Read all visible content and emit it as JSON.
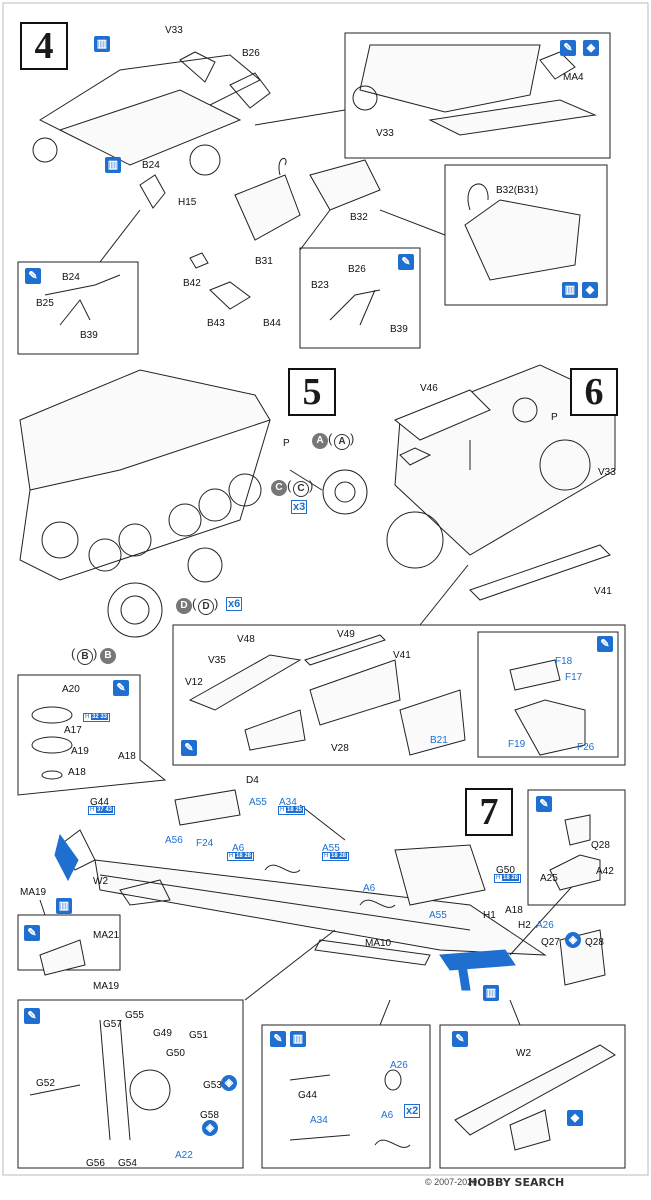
{
  "steps": {
    "s4": "4",
    "s5": "5",
    "s6": "6",
    "s7": "7"
  },
  "labels": {
    "V33": "V33",
    "B26": "B26",
    "MA4": "MA4",
    "B24": "B24",
    "H15": "H15",
    "B31": "B31",
    "B32": "B32",
    "B32B31": "B32(B31)",
    "B42": "B42",
    "B43": "B43",
    "B44": "B44",
    "B25": "B25",
    "B39": "B39",
    "B23": "B23",
    "P": "P",
    "V46": "V46",
    "V41": "V41",
    "A": "A",
    "C": "C",
    "B": "B",
    "D": "D",
    "x3": "x3",
    "x6": "x6",
    "x2": "x2",
    "V48": "V48",
    "V49": "V49",
    "V35": "V35",
    "V12": "V12",
    "V28": "V28",
    "B21": "B21",
    "F18": "F18",
    "F17": "F17",
    "F19": "F19",
    "F26": "F26",
    "A20": "A20",
    "A17": "A17",
    "A19": "A19",
    "A18": "A18",
    "D4": "D4",
    "G44": "G44",
    "A55": "A55",
    "A34": "A34",
    "A56": "A56",
    "F24": "F24",
    "A6": "A6",
    "G50": "G50",
    "MA19": "MA19",
    "W2": "W2",
    "MA10": "MA10",
    "H1": "H1",
    "H2": "H2",
    "A26": "A26",
    "Q27": "Q27",
    "Q28": "Q28",
    "A25": "A25",
    "A42": "A42",
    "MA21": "MA21",
    "G55": "G55",
    "G57": "G57",
    "G49": "G49",
    "G51": "G51",
    "G52": "G52",
    "G53": "G53",
    "G58": "G58",
    "A22": "A22",
    "G56": "G56",
    "G54": "G54"
  },
  "tags": {
    "h32_33": "32 33",
    "h18_25": "18 25",
    "h18_28": "18 28",
    "h37_43": "37 43"
  },
  "icons": {
    "paint": "paint-brush-icon",
    "glue": "glue-icon",
    "flip": "flip-icon",
    "cement": "cement-icon"
  },
  "footer": {
    "copyright": "© 2007-2020",
    "brand": "HOBBY SEARCH"
  },
  "colors": {
    "accent": "#1e6fd0",
    "line": "#222222"
  }
}
